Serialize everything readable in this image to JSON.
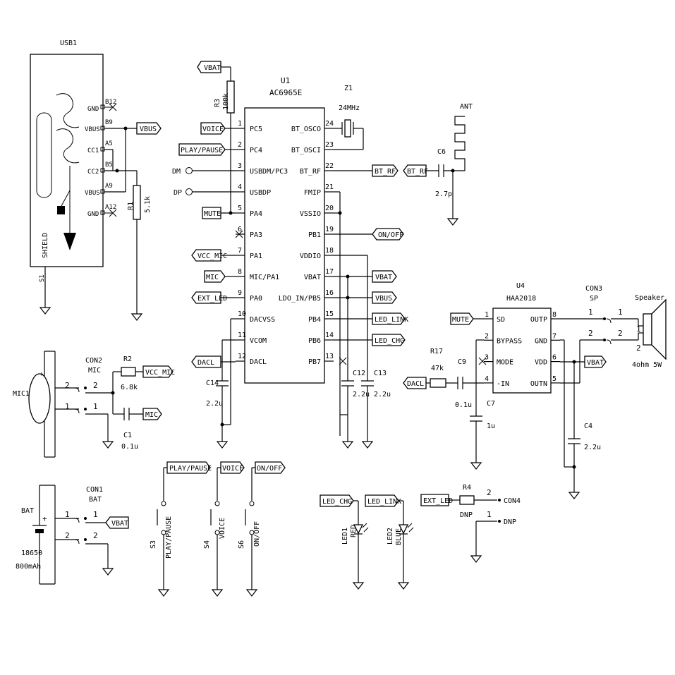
{
  "usb": {
    "ref": "USB1",
    "shield": "SHIELD",
    "s1": "S1",
    "gnd1": "GND",
    "vbus1": "VBUS",
    "cc1": "CC1",
    "cc2": "CC2",
    "vbus2": "VBUS",
    "gnd2": "GND",
    "b12": "B12",
    "b9": "B9",
    "a5": "A5",
    "b5": "B5",
    "a9": "A9",
    "a12": "A12"
  },
  "r1": {
    "ref": "R1",
    "value": "5.1k"
  },
  "r3": {
    "ref": "R3",
    "value": "100k"
  },
  "u1": {
    "ref": "U1",
    "part": "AC6965E",
    "left_pins": [
      {
        "num": "1",
        "name": "PC5"
      },
      {
        "num": "2",
        "name": "PC4"
      },
      {
        "num": "3",
        "name": "USBDM/PC3"
      },
      {
        "num": "4",
        "name": "USBDP"
      },
      {
        "num": "5",
        "name": "PA4"
      },
      {
        "num": "6",
        "name": "PA3"
      },
      {
        "num": "7",
        "name": "PA1"
      },
      {
        "num": "8",
        "name": "MIC/PA1"
      },
      {
        "num": "9",
        "name": "PA0"
      },
      {
        "num": "10",
        "name": "DACVSS"
      },
      {
        "num": "11",
        "name": "VCOM"
      },
      {
        "num": "12",
        "name": "DACL"
      }
    ],
    "right_pins": [
      {
        "num": "24",
        "name": "BT_OSCO"
      },
      {
        "num": "23",
        "name": "BT_OSCI"
      },
      {
        "num": "22",
        "name": "BT_RF"
      },
      {
        "num": "21",
        "name": "FMIP"
      },
      {
        "num": "20",
        "name": "VSSIO"
      },
      {
        "num": "19",
        "name": "PB1"
      },
      {
        "num": "18",
        "name": "VDDIO"
      },
      {
        "num": "17",
        "name": "VBAT"
      },
      {
        "num": "16",
        "name": "LDO_IN/PB5"
      },
      {
        "num": "15",
        "name": "PB4"
      },
      {
        "num": "14",
        "name": "PB6"
      },
      {
        "num": "13",
        "name": "PB7"
      }
    ]
  },
  "z1": {
    "ref": "Z1",
    "value": "24MHz"
  },
  "ant": {
    "ref": "ANT"
  },
  "c6": {
    "ref": "C6",
    "value": "2.7p"
  },
  "c12": {
    "ref": "C12",
    "value": "2.2u"
  },
  "c13": {
    "ref": "C13",
    "value": "2.2u"
  },
  "c14": {
    "ref": "C14",
    "value": "2.2u"
  },
  "nets": {
    "vbat": "VBAT",
    "voice": "VOICE",
    "play_pause": "PLAY/PAUSE",
    "dm": "DM",
    "dp": "DP",
    "mute": "MUTE",
    "vcc_mic": "VCC_MIC",
    "mic": "MIC",
    "ext_led": "EXT_LED",
    "dacl": "DACL",
    "bt_rf": "BT_RF",
    "on_off": "ON/OFF",
    "vbus": "VBUS",
    "led_link": "LED_LINK",
    "led_chg": "LED_CHG"
  },
  "u4": {
    "ref": "U4",
    "part": "HAA2018",
    "left_pins": [
      {
        "num": "1",
        "name": "SD"
      },
      {
        "num": "2",
        "name": "BYPASS"
      },
      {
        "num": "3",
        "name": "MODE"
      },
      {
        "num": "4",
        "name": "-IN"
      }
    ],
    "right_pins": [
      {
        "num": "8",
        "name": "OUTP"
      },
      {
        "num": "7",
        "name": "GND"
      },
      {
        "num": "6",
        "name": "VDD"
      },
      {
        "num": "5",
        "name": "OUTN"
      }
    ]
  },
  "con3": {
    "ref": "CON3",
    "value": "SP",
    "p1": "1",
    "p2": "2"
  },
  "speaker": {
    "ref": "Speaker",
    "value": "4ohm 5W",
    "p1": "1",
    "p2": "2"
  },
  "r17": {
    "ref": "R17",
    "value": "47k"
  },
  "c9": {
    "ref": "C9",
    "value": "0.1u"
  },
  "c7": {
    "ref": "C7",
    "value": "1u"
  },
  "c4": {
    "ref": "C4",
    "value": "2.2u"
  },
  "mic1": {
    "ref": "MIC1"
  },
  "con2": {
    "ref": "CON2",
    "value": "MIC",
    "p1": "1",
    "p2": "2"
  },
  "r2": {
    "ref": "R2",
    "value": "6.8k"
  },
  "c1": {
    "ref": "C1",
    "value": "0.1u"
  },
  "bat": {
    "ref": "BAT",
    "line1": "18650",
    "line2": "800mAh"
  },
  "con1": {
    "ref": "CON1",
    "value": "BAT",
    "p1": "1",
    "p2": "2"
  },
  "s3": {
    "ref": "S3",
    "value": "PLAY/PAUSE"
  },
  "s4": {
    "ref": "S4",
    "value": "VOICE"
  },
  "s6": {
    "ref": "S6",
    "value": "ON/OFF"
  },
  "led1": {
    "ref": "LED1",
    "value": "RED"
  },
  "led2": {
    "ref": "LED2",
    "value": "BLUE"
  },
  "r4": {
    "ref": "R4",
    "value": "DNP"
  },
  "con4": {
    "ref": "CON4",
    "value": "DNP",
    "p1": "1",
    "p2": "2"
  }
}
